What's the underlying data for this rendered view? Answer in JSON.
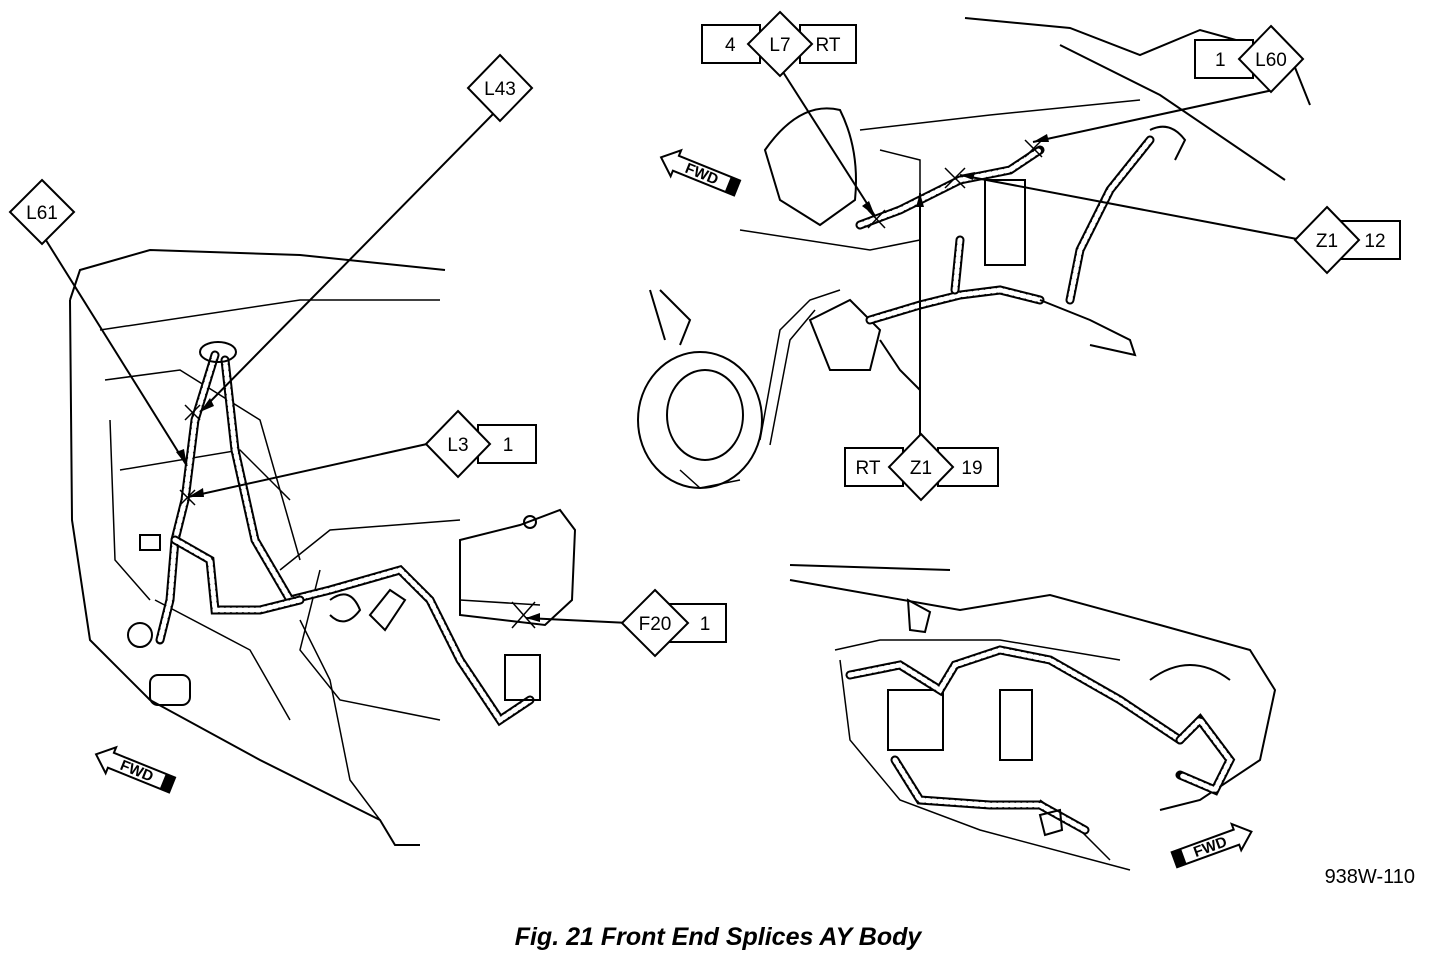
{
  "callouts": {
    "l7": {
      "left": "4",
      "code": "L7",
      "right": "RT"
    },
    "l60": {
      "left": "1",
      "code": "L60"
    },
    "l43": {
      "code": "L43"
    },
    "l61": {
      "code": "L61"
    },
    "l3": {
      "code": "L3",
      "right": "1"
    },
    "z1_12": {
      "code": "Z1",
      "right": "12"
    },
    "z1_19": {
      "left": "RT",
      "code": "Z1",
      "right": "19"
    },
    "f20": {
      "code": "F20",
      "right": "1"
    }
  },
  "fwd_label": "FWD",
  "figure_code": "938W-110",
  "caption": "Fig. 21 Front End Splices AY Body"
}
